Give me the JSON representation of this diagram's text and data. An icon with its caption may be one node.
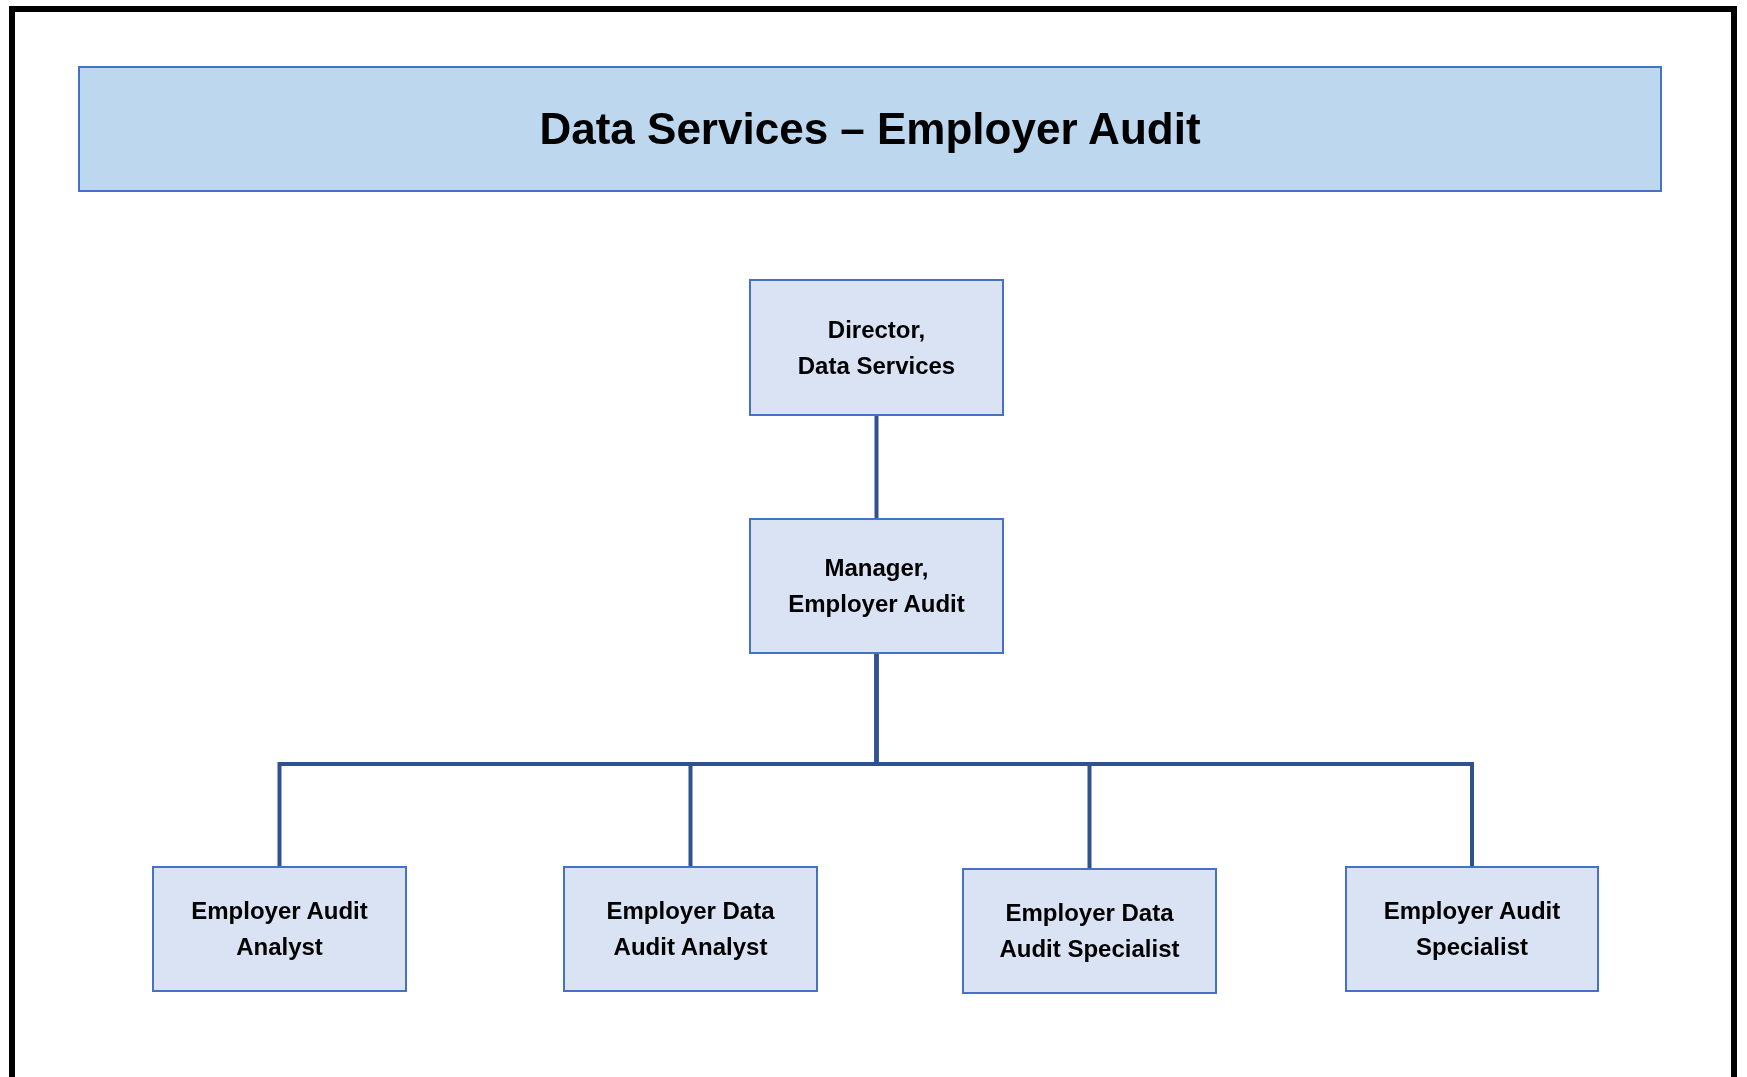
{
  "diagram": {
    "title": "Data Services – Employer Audit",
    "nodes": [
      {
        "text": [
          "Director,",
          "Data Services"
        ]
      },
      {
        "text": [
          "Manager,",
          "Employer Audit"
        ]
      },
      {
        "text": [
          "Employer Audit Analyst"
        ]
      },
      {
        "text": [
          "Employer Data Audit Analyst"
        ]
      },
      {
        "text": [
          "Employer Data Audit Specialist"
        ]
      },
      {
        "text": [
          "Employer Audit Specialist"
        ]
      }
    ],
    "edges": [
      {
        "from": 0,
        "to": 1,
        "arrow": "none"
      },
      {
        "from": 1,
        "to": 2,
        "arrow": "none"
      },
      {
        "from": 1,
        "to": 3,
        "arrow": "none"
      },
      {
        "from": 1,
        "to": 4,
        "arrow": "none"
      },
      {
        "from": 1,
        "to": 5,
        "arrow": "none"
      }
    ]
  }
}
